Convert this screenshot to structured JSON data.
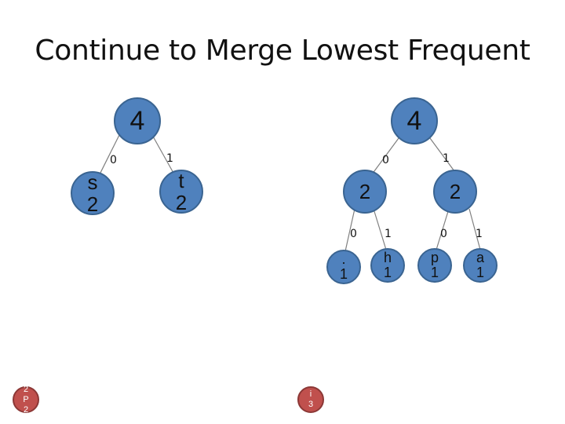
{
  "slide": {
    "title": "Continue to Merge Lowest Frequent"
  },
  "tree_left": {
    "root": {
      "value": "4"
    },
    "left": {
      "symbol": "s",
      "freq": "2",
      "edge_label": "0"
    },
    "right": {
      "symbol": "t",
      "freq": "2",
      "edge_label": "1"
    }
  },
  "tree_right": {
    "root": {
      "value": "4"
    },
    "left_branch": {
      "value": "2",
      "edge_label": "0",
      "left": {
        "symbol": ".",
        "freq": "1",
        "edge_label": "0"
      },
      "right": {
        "symbol": "h",
        "freq": "1",
        "edge_label": "1"
      }
    },
    "right_branch": {
      "value": "2",
      "edge_label": "1",
      "left": {
        "symbol": "p",
        "freq": "1",
        "edge_label": "0"
      },
      "right": {
        "symbol": "a",
        "freq": "1",
        "edge_label": "1"
      }
    }
  },
  "pending_nodes": {
    "node_p": {
      "top": "2",
      "symbol": "P",
      "bottom": "2"
    },
    "node_i": {
      "symbol": "i",
      "freq": "3"
    }
  },
  "colors": {
    "node_fill": "#4f81bd",
    "node_border": "#3a6491",
    "pending_fill": "#c0504d",
    "edge": "#7f7f7f"
  }
}
